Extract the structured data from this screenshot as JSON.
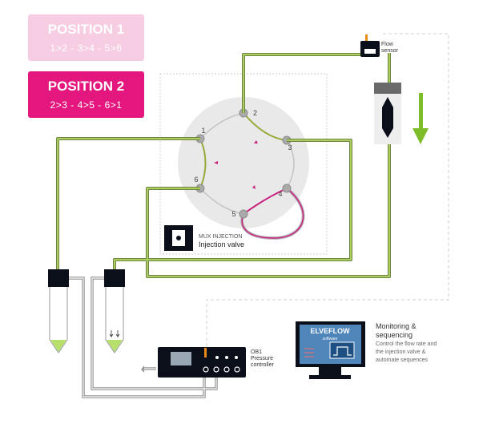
{
  "position1": {
    "title": "POSITION 1",
    "sequence": "1>2 - 3>4 - 5>6"
  },
  "position2": {
    "title": "POSITION 2",
    "sequence": "2>3 - 4>5 - 6>1"
  },
  "valve": {
    "ports": [
      "1",
      "2",
      "3",
      "4",
      "5",
      "6"
    ],
    "label_small": "MUX INJECTION",
    "label_main": "Injection valve"
  },
  "flow_sensor": {
    "line1": "Flow",
    "line2": "sensor"
  },
  "ob1": {
    "line1": "OB1",
    "line2": "Pressure",
    "line3": "controller"
  },
  "software": {
    "brand": "ELVEFLOW",
    "product": "software",
    "title_line1": "Monitoring &",
    "title_line2": "sequencing",
    "desc_line1": "Control the flow rate and",
    "desc_line2": "the injection valve &",
    "desc_line3": "automate sequences"
  },
  "colors": {
    "tubing_green": "#8fb84a",
    "loop_magenta": "#c8207f",
    "arrow_green": "#7dbd2a",
    "dark": "#0b0f1a"
  }
}
